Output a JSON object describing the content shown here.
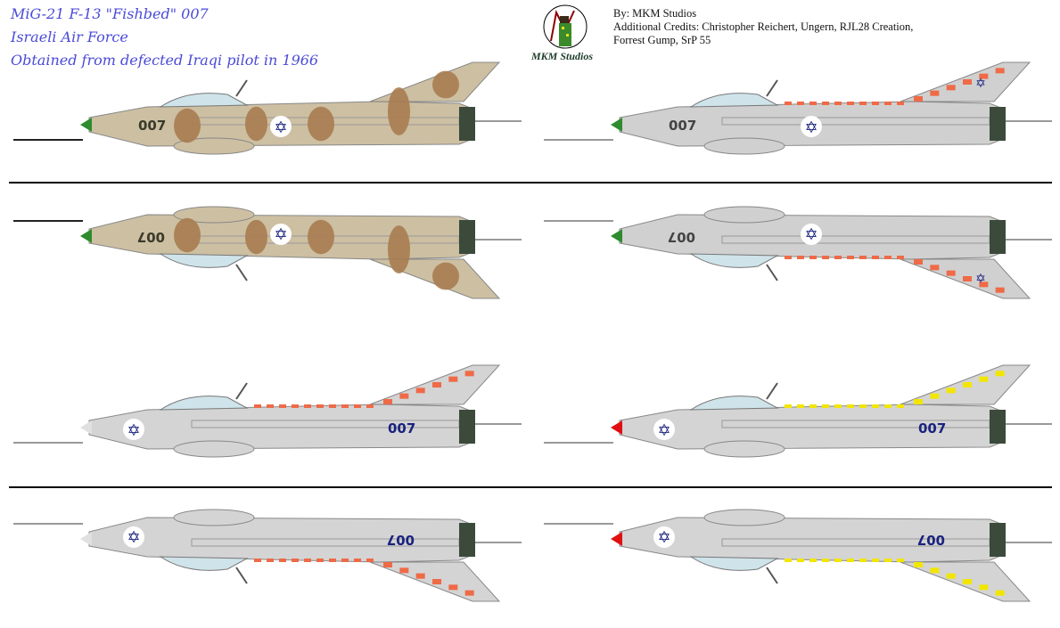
{
  "header": {
    "title_lines": [
      "MiG-21 F-13 \"Fishbed\" 007",
      "Israeli Air Force",
      "Obtained from defected Iraqi pilot in 1966"
    ],
    "by": "By:  MKM Studios",
    "credits_1": "Additional Credits:  Christopher Reichert, Ungern, RJL28 Creation,",
    "credits_2": "Forrest Gump, SrP 55",
    "logo_text": "MKM Studios"
  },
  "colors": {
    "title": "#4a4ad8",
    "star": "#1a237e",
    "canopy": "#cfe3ea",
    "exhaust": "#3b4a3b"
  },
  "jets": [
    {
      "label": "007",
      "body": "#cdbfa2",
      "camo": "#a97c50",
      "accent": null,
      "nose": "#2e8b2e",
      "flip": false,
      "star_on_fin": false
    },
    {
      "label": "007",
      "body": "#d0d0d0",
      "camo": null,
      "accent": "#ef6a47",
      "nose": "#2e8b2e",
      "flip": false,
      "star_on_fin": true
    },
    {
      "label": "007",
      "body": "#cdbfa2",
      "camo": "#a97c50",
      "accent": null,
      "nose": "#2e8b2e",
      "flip": true,
      "star_on_fin": false
    },
    {
      "label": "007",
      "body": "#d0d0d0",
      "camo": null,
      "accent": "#ef6a47",
      "nose": "#2e8b2e",
      "flip": true,
      "star_on_fin": true
    },
    {
      "label": "007",
      "body": "#d4d4d4",
      "camo": null,
      "accent": "#ef6a47",
      "nose": "#e0e0e0",
      "flip": false,
      "star_on_fin": false
    },
    {
      "label": "007",
      "body": "#d4d4d4",
      "camo": null,
      "accent": "#f2e600",
      "nose": "#e01010",
      "flip": false,
      "star_on_fin": false
    },
    {
      "label": "007",
      "body": "#d4d4d4",
      "camo": null,
      "accent": "#ef6a47",
      "nose": "#e0e0e0",
      "flip": true,
      "star_on_fin": false
    },
    {
      "label": "007",
      "body": "#d4d4d4",
      "camo": null,
      "accent": "#f2e600",
      "nose": "#e01010",
      "flip": true,
      "star_on_fin": false
    }
  ]
}
